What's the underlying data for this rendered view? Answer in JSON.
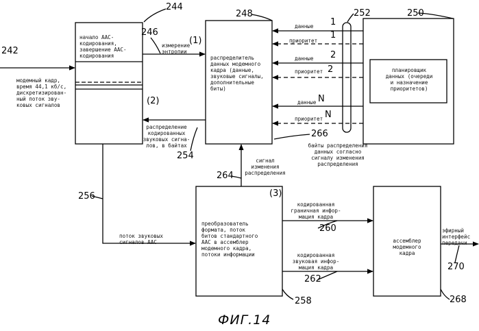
{
  "figure_caption": "ФИГ.14",
  "references": {
    "r242": "242",
    "r244": "244",
    "r246": "246",
    "r248": "248",
    "r250": "250",
    "r252": "252",
    "r254": "254",
    "r256": "256",
    "r258": "258",
    "r260": "260",
    "r262": "262",
    "r264": "264",
    "r266": "266",
    "r268": "268",
    "r270": "270",
    "p1": "(1)",
    "p2": "(2)",
    "p3": "(3)"
  },
  "blocks": {
    "aac_codec": "начало ААС-\nкодирования,\nзавершение ААС-\nкодирования",
    "distributor": "распределитель\nданных модемного\nкадра (данные,\nзвуковые сигналы,\nдополнительные\nбиты)",
    "scheduler": "планировщик\nданных (очереди\nи назначение\nприоритетов)",
    "converter": "преобразователь\nформата, поток\nбитов стандартного\nААС в ассемблер\nмодемного кадра,\nпотоки информации",
    "assembler": "ассемблер\nмодемного\nкадра"
  },
  "labels": {
    "input_frame": "модемный кадр,\nвремя 44,1 кб/с,\nдискретизирован-\nный поток зву-\nковых сигналов",
    "entropy": "измерение\nэнтропии",
    "coded_audio_dist": "распределение\nкодированных\nзвуковых сигна-\nлов, в байтах",
    "data1": "данные",
    "n1": "1",
    "prio1": "приоритет",
    "pn1": "1",
    "data2": "данные",
    "n2": "2",
    "prio2": "приоритет",
    "pn2": "2",
    "dataN": "данные",
    "nN": "N",
    "prioN": "приоритет",
    "pnN": "N",
    "dist_bytes": "байты распределения\nданных согласно\nсигналу изменения\nраспределения",
    "dist_change": "сигнал\nизменения\nраспределения",
    "aac_stream": "поток звуковых\nсигналов ААС",
    "boundary_info": "кодированная\nграничная инфор-\nмация кадра",
    "audio_info": "кодированная\nзвуковая инфор-\nмация кадра",
    "air_interface": "эфирный\nинтерфейс\nпередачи"
  }
}
